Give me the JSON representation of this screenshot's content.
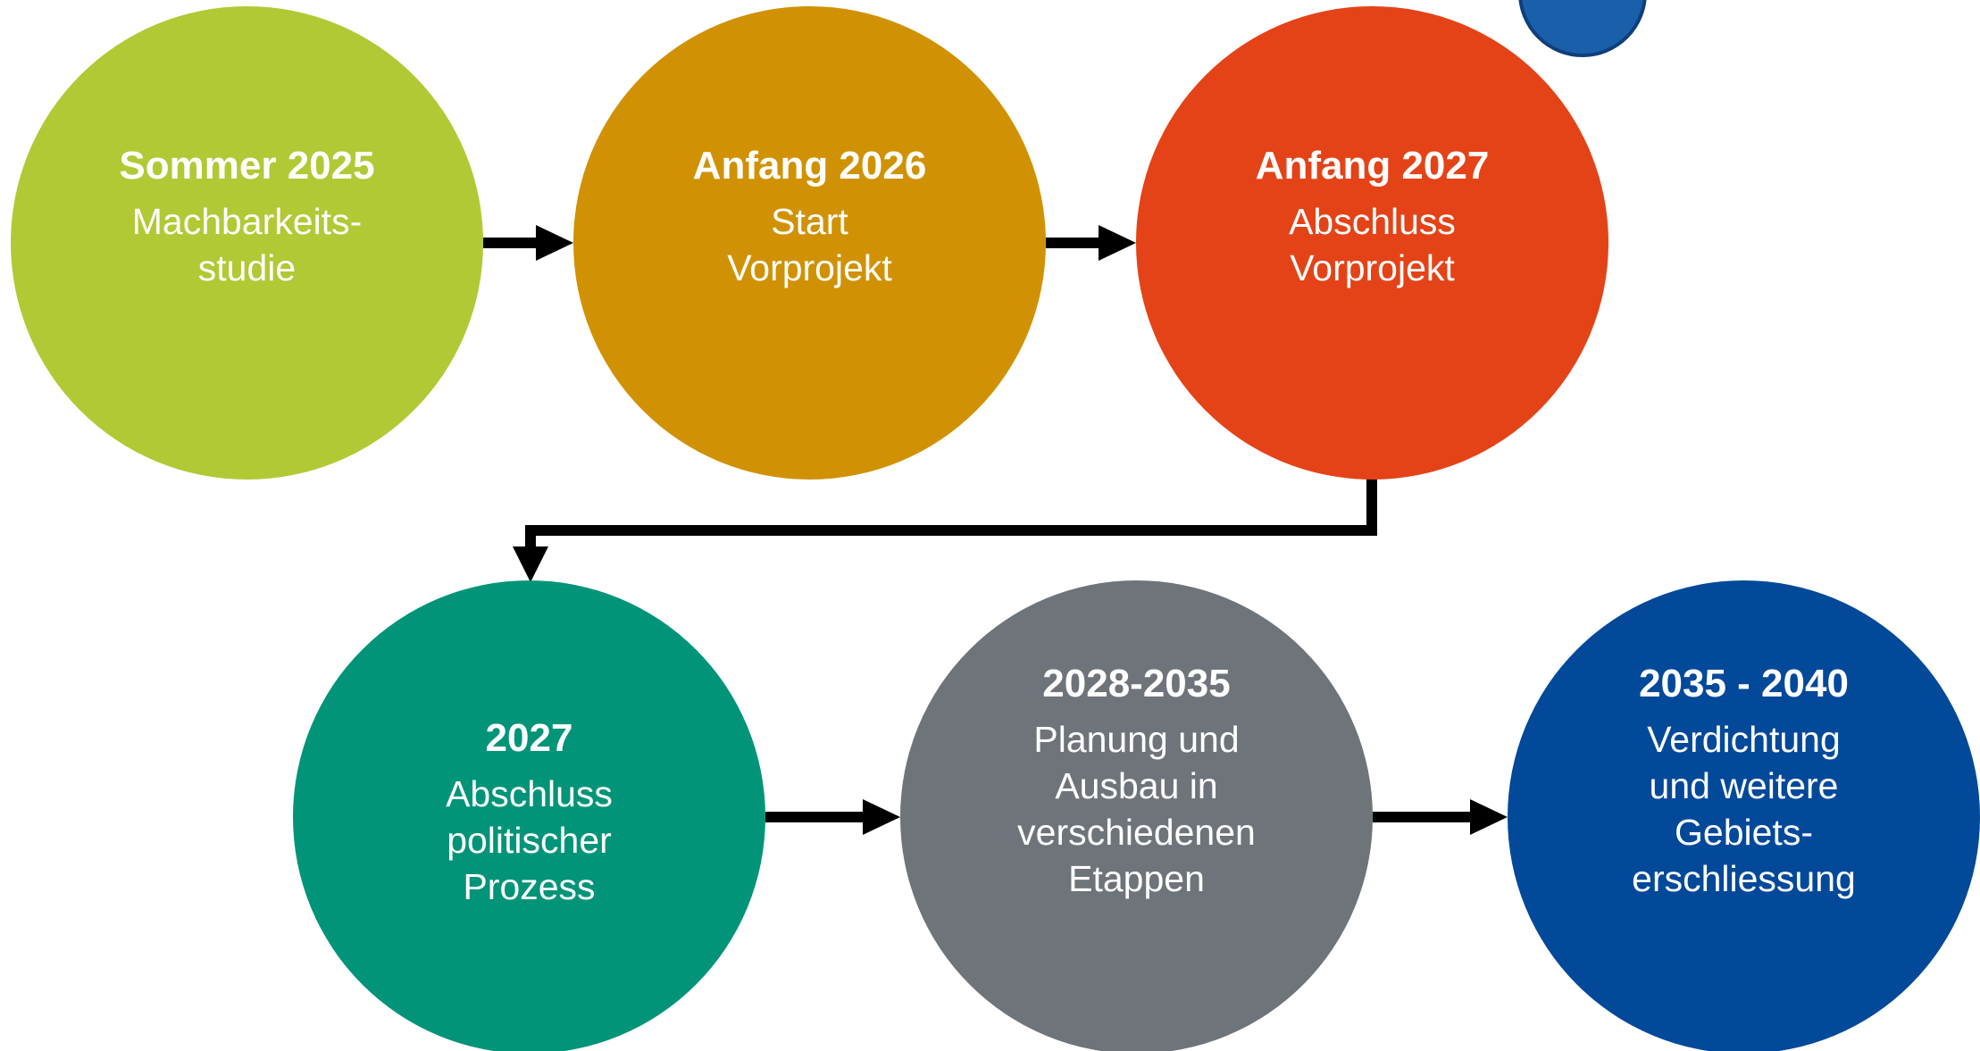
{
  "colors": {
    "milestone_1": "#b1c935",
    "milestone_2": "#d09204",
    "milestone_3": "#e44317",
    "milestone_4": "#019478",
    "milestone_5": "#6e747a",
    "milestone_6": "#02499a",
    "connector": "#000000",
    "text": "#ffffff"
  },
  "milestones": [
    {
      "date": "Sommer 2025",
      "lines": [
        "Machbarkeits-",
        "studie"
      ]
    },
    {
      "date": "Anfang 2026",
      "lines": [
        "Start",
        "Vorprojekt"
      ]
    },
    {
      "date": "Anfang 2027",
      "lines": [
        "Abschluss",
        "Vorprojekt"
      ]
    },
    {
      "date": "2027",
      "lines": [
        "Abschluss",
        "politischer",
        "Prozess"
      ]
    },
    {
      "date": "2028-2035",
      "lines": [
        "Planung und",
        "Ausbau in",
        "verschiedenen",
        "Etappen"
      ]
    },
    {
      "date": "2035 - 2040",
      "lines": [
        "Verdichtung",
        "und weitere",
        "Gebiets-",
        "erschliessung"
      ]
    }
  ]
}
